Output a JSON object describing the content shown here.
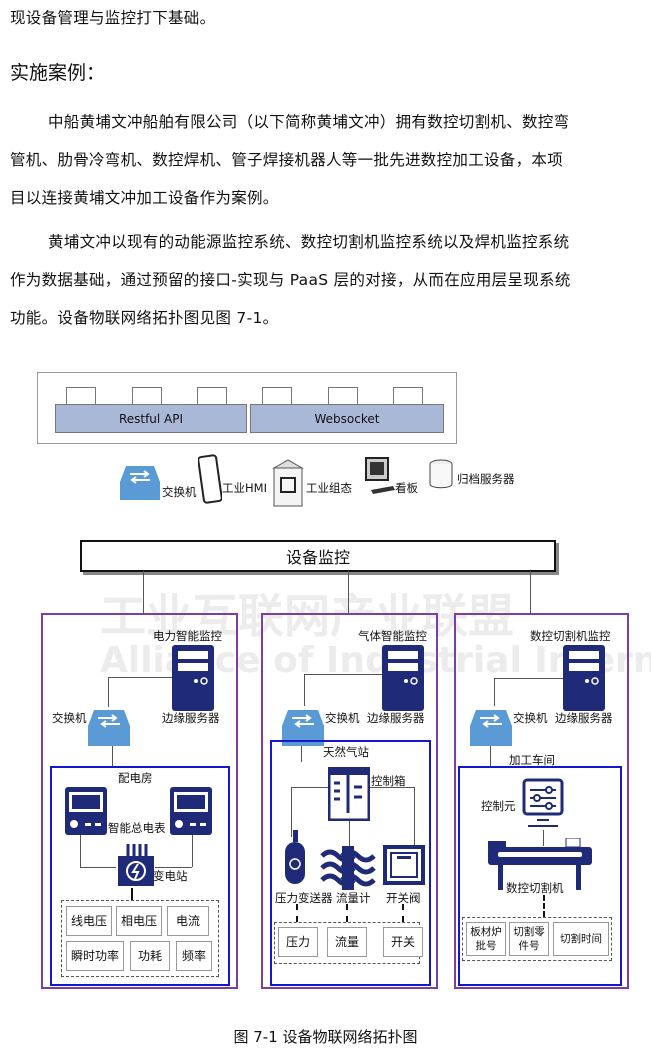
{
  "text": {
    "line0": "现设备管理与监控打下基础。",
    "heading": "实施案例：",
    "p1": [
      "中船黄埔文冲船舶有限公司（以下简称黄埔文冲）拥有数控切割机、数控弯",
      "管机、肋骨冷弯机、数控焊机、管子焊接机器人等一批先进数控加工设备，本项",
      "目以连接黄埔文冲加工设备作为案例。"
    ],
    "p2": [
      "黄埔文冲以现有的动能源监控系统、数控切割机监控系统以及焊机监控系统",
      "作为数据基础，通过预留的接口-实现与 PaaS 层的对接，从而在应用层呈现系统",
      "功能。设备物联网络拓扑图见图 7-1。"
    ]
  },
  "watermark": {
    "cn": "工业互联网产业联盟",
    "en": "Alliance of Industrial Internet"
  },
  "diagram": {
    "api": [
      "Restful API",
      "Websocket"
    ],
    "top_devices": [
      "交换机",
      "工业HMI",
      "工业组态",
      "看板",
      "归档服务器"
    ],
    "bus": "设备监控",
    "panels": [
      {
        "title": "电力智能监控",
        "switch": "交换机",
        "server": "边缘服务器",
        "area": "配电房",
        "meter": "智能总电表",
        "station": "变电站",
        "cells": [
          "线电压",
          "相电压",
          "电流",
          "瞬时功率",
          "功耗",
          "频率"
        ]
      },
      {
        "title": "气体智能监控",
        "switch": "交换机",
        "server": "边缘服务器",
        "area": "天然气站",
        "box": "控制箱",
        "devices": [
          "压力变送器",
          "流量计",
          "开关阀"
        ],
        "cells": [
          "压力",
          "流量",
          "开关"
        ]
      },
      {
        "title": "数控切割机监控",
        "switch": "交换机",
        "server": "边缘服务器",
        "area": "加工车间",
        "control": "控制元",
        "machine": "数控切割机",
        "cells": [
          "板材炉\n批号",
          "切割零\n件号",
          "切割时间"
        ]
      }
    ],
    "caption": "图 7-1  设备物联网络拓扑图"
  },
  "colors": {
    "navy": "#1f2a78",
    "switch": "#5b9bd5",
    "purple": "#7a3fa0",
    "blue": "#1616d0"
  }
}
